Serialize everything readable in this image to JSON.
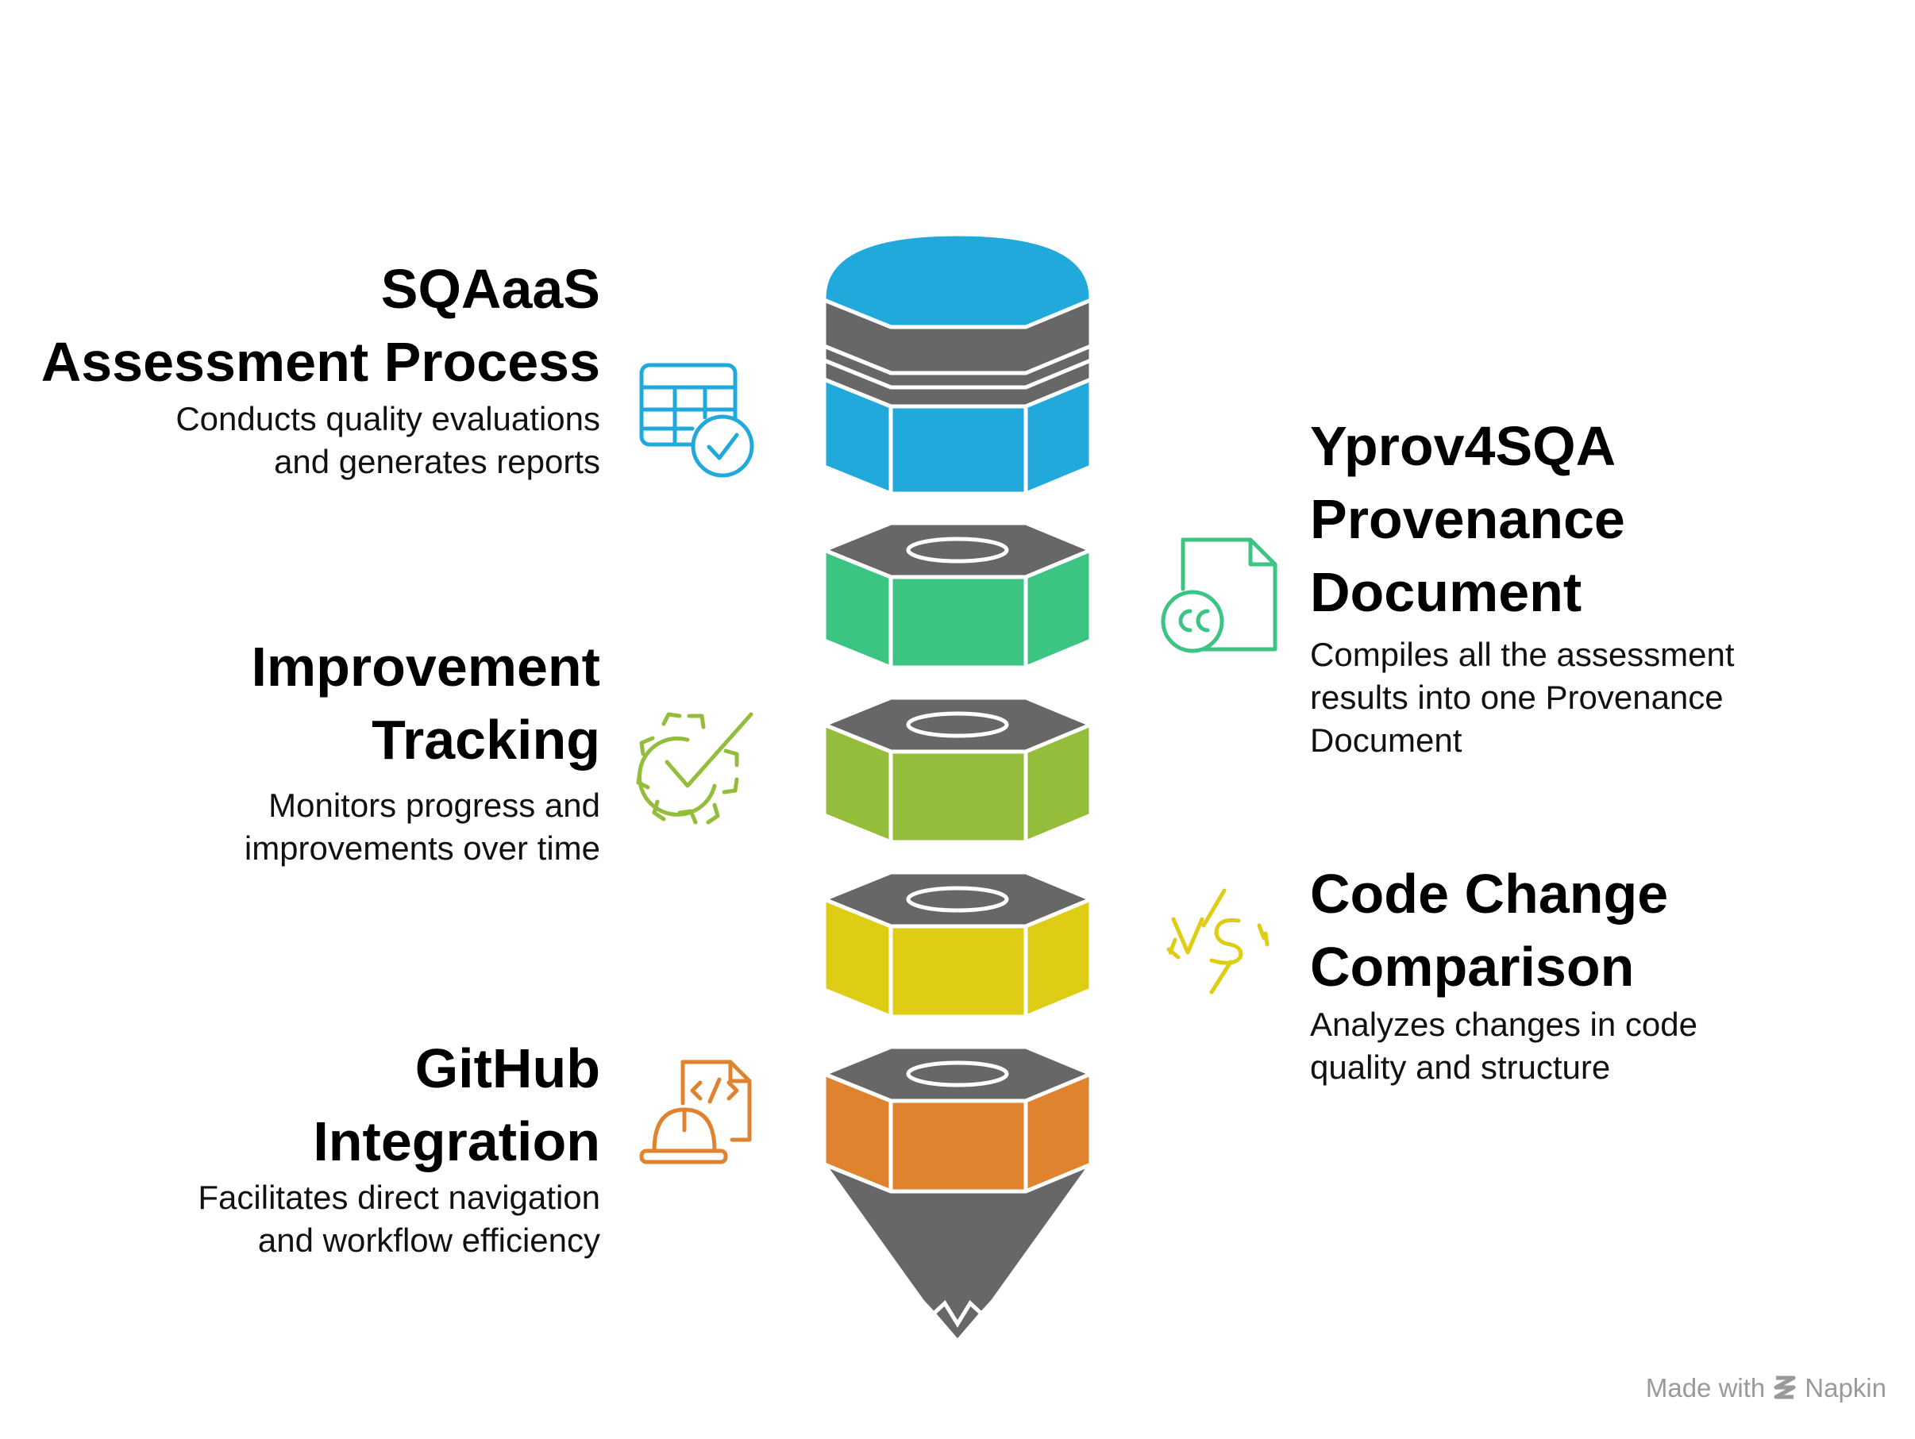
{
  "items": [
    {
      "id": "sqaaas",
      "title_line1": "SQAaaS",
      "title_line2": "Assessment Process",
      "description_line1": "Conducts quality evaluations",
      "description_line2": "and generates reports",
      "icon": "spreadsheet-check-icon",
      "color": "#21A9DC"
    },
    {
      "id": "yprov4sqa",
      "title_line1": "Yprov4SQA",
      "title_line2": "Provenance",
      "title_line3": "Document",
      "description_line1": "Compiles all the assessment",
      "description_line2": "results into one Provenance",
      "description_line3": "Document",
      "icon": "document-cc-icon",
      "color": "#3CC483"
    },
    {
      "id": "improvement",
      "title_line1": "Improvement",
      "title_line2": "Tracking",
      "description_line1": "Monitors progress and",
      "description_line2": "improvements over time",
      "icon": "gear-check-icon",
      "color": "#93BD3A"
    },
    {
      "id": "code-change",
      "title_line1": "Code Change",
      "title_line2": "Comparison",
      "description_line1": "Analyzes changes in code",
      "description_line2": "quality and structure",
      "icon": "versus-icon",
      "color": "#DFCC15"
    },
    {
      "id": "github",
      "title_line1": "GitHub",
      "title_line2": "Integration",
      "description_line1": "Facilitates direct navigation",
      "description_line2": "and workflow efficiency",
      "icon": "code-hardhat-icon",
      "color": "#E0832E"
    }
  ],
  "tip_color": "#676767",
  "nut_top_color": "#676767",
  "brand": {
    "prefix": "Made with",
    "name": "Napkin",
    "icon": "napkin-logo-icon"
  }
}
